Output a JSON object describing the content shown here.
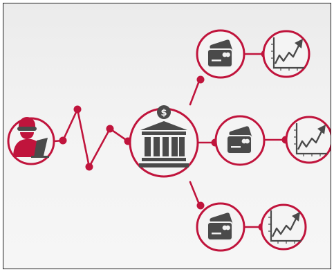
{
  "diagram": {
    "accent_color": "#c0143c",
    "icon_color": "#4a4a4a",
    "background_color": "#efefef",
    "nodes": [
      {
        "id": "hacker",
        "icon": "hacker-laptop-icon"
      },
      {
        "id": "bank",
        "icon": "bank-dollar-icon"
      },
      {
        "id": "card-top",
        "icon": "credit-card-icon"
      },
      {
        "id": "card-middle",
        "icon": "credit-card-icon"
      },
      {
        "id": "card-bottom",
        "icon": "credit-card-icon"
      },
      {
        "id": "growth-top",
        "icon": "rising-chart-icon"
      },
      {
        "id": "growth-middle",
        "icon": "rising-chart-icon"
      },
      {
        "id": "growth-bottom",
        "icon": "rising-chart-icon"
      }
    ],
    "bank_symbol": "$"
  }
}
